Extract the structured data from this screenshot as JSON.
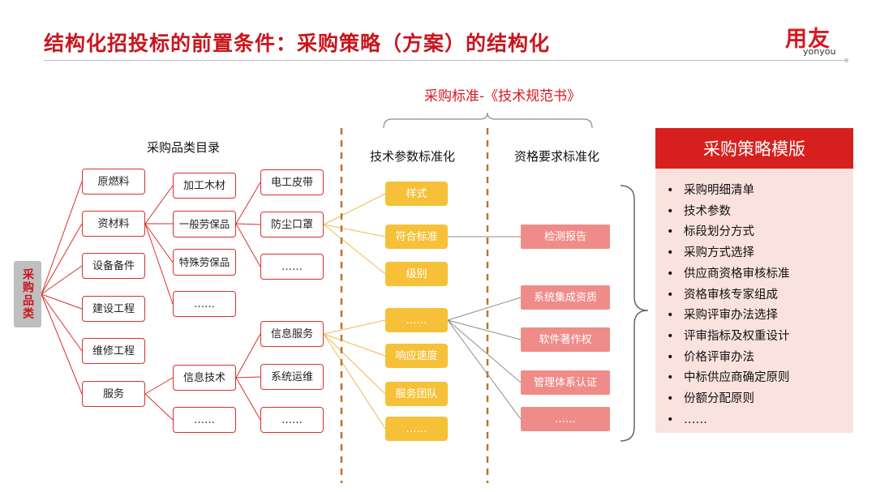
{
  "title": "结构化招投标的前置条件：采购策略（方案）的结构化",
  "logo": {
    "main": "用友",
    "sub": "yonyou"
  },
  "root": "采购品类",
  "catalog_label": "采购品类目录",
  "tree": {
    "level1": [
      "原燃料",
      "资材料",
      "设备备件",
      "建设工程",
      "维修工程",
      "服务"
    ],
    "level2": [
      "加工木材",
      "一般劳保品",
      "特殊劳保品",
      "……",
      "信息技术",
      "……"
    ],
    "level3": [
      "电工皮带",
      "防尘口罩",
      "……",
      "信息服务",
      "系统运维",
      "……"
    ]
  },
  "standard": {
    "title": "采购标准-《技术规范书》",
    "tech_label": "技术参数标准化",
    "qual_label": "资格要求标准化",
    "tech_items": [
      "样式",
      "符合标准",
      "级别",
      "……",
      "响应速度",
      "服务团队",
      "……"
    ],
    "qual_items": [
      "检测报告",
      "系统集成资质",
      "软件著作权",
      "管理体系认证",
      "……"
    ]
  },
  "template": {
    "title": "采购策略模版",
    "bullet": "•",
    "items": [
      "采购明细清单",
      "技术参数",
      "标段划分方式",
      "采购方式选择",
      "供应商资格审核标准",
      "资格审核专家组成",
      "采购评审办法选择",
      "评审指标及权重设计",
      "价格评审办法",
      "中标供应商确定原则",
      "份额分配原则",
      "……"
    ]
  },
  "colors": {
    "accent": "#c8161d",
    "yellow": "#f6c138",
    "pink": "#ef8c89",
    "panel": "#fae2de",
    "divider": "#b8752b"
  }
}
